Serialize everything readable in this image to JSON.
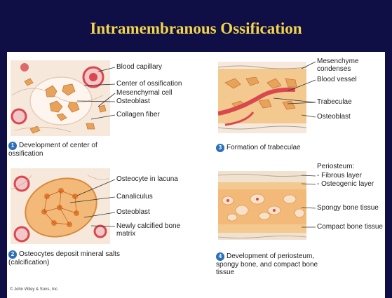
{
  "slide": {
    "title": "Intramembranous Ossification",
    "copyright": "© John Wiley & Sons, Inc."
  },
  "panels": [
    {
      "number": "1",
      "caption": "Development of center of ossification",
      "labels": [
        "Blood capillary",
        "Center of ossification",
        "Mesenchymal cell",
        "Osteoblast",
        "Collagen fiber"
      ]
    },
    {
      "number": "2",
      "caption": "Osteocytes deposit mineral salts  (calcification)",
      "labels": [
        "Osteocyte in lacuna",
        "Canaliculus",
        "Osteoblast",
        "Newly calcified bone matrix"
      ]
    },
    {
      "number": "3",
      "caption": "Formation of trabeculae",
      "labels": [
        "Mesenchyme condenses",
        "Blood vessel",
        "Trabeculae",
        "Osteoblast"
      ]
    },
    {
      "number": "4",
      "caption": "Development of periosteum, spongy bone, and compact bone tissue",
      "labels": [
        "Periosteum:",
        "- Fibrous layer",
        "- Osteogenic layer",
        "Spongy bone tissue",
        "Compact bone tissue"
      ]
    }
  ],
  "colors": {
    "background": "#0f0f45",
    "title": "#f3d54a",
    "cell": "#e8a35a",
    "bone": "#f2b978",
    "vessel": "#d9484e",
    "badge": "#2d6fb8"
  }
}
